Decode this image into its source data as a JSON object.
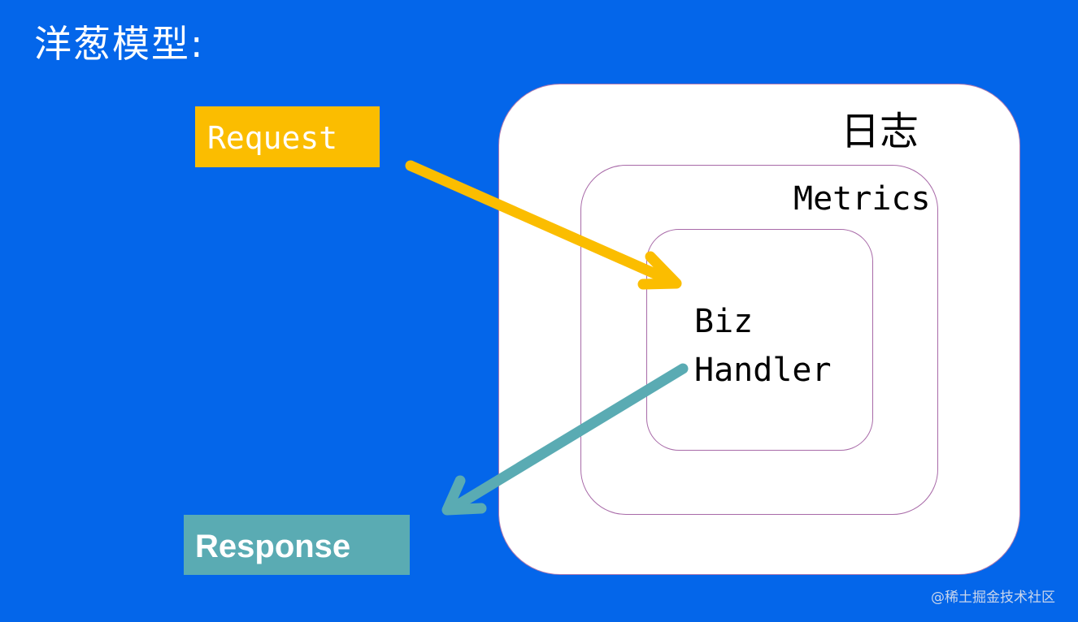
{
  "title": "洋葱模型:",
  "layers": {
    "outer": "日志",
    "middle": "Metrics",
    "inner_line1": "Biz",
    "inner_line2": "Handler"
  },
  "request_label": "Request",
  "response_label": "Response",
  "watermark": "@稀土掘金技术社区",
  "colors": {
    "background": "#0466ea",
    "request": "#fbbd00",
    "response": "#5aabb3",
    "layer_border": "#a86aa8"
  }
}
